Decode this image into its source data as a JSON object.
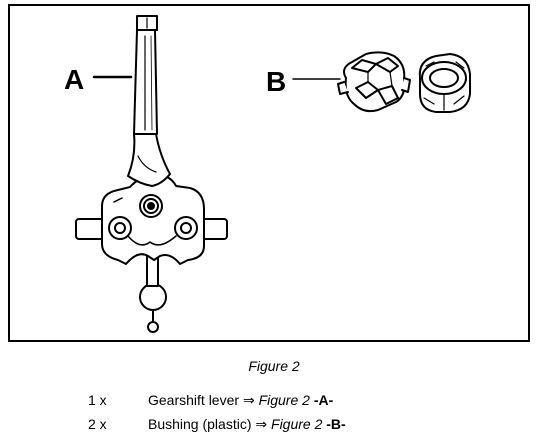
{
  "figure": {
    "callout_a": "A",
    "callout_b": "B",
    "caption": "Figure 2"
  },
  "parts": [
    {
      "qty": "1 x",
      "name": "Gearshift lever",
      "arrow": "⇒",
      "ref": "Figure 2",
      "letter": "-A-"
    },
    {
      "qty": "2 x",
      "name": "Bushing (plastic)",
      "arrow": "⇒",
      "ref": "Figure 2",
      "letter": "-B-"
    }
  ]
}
